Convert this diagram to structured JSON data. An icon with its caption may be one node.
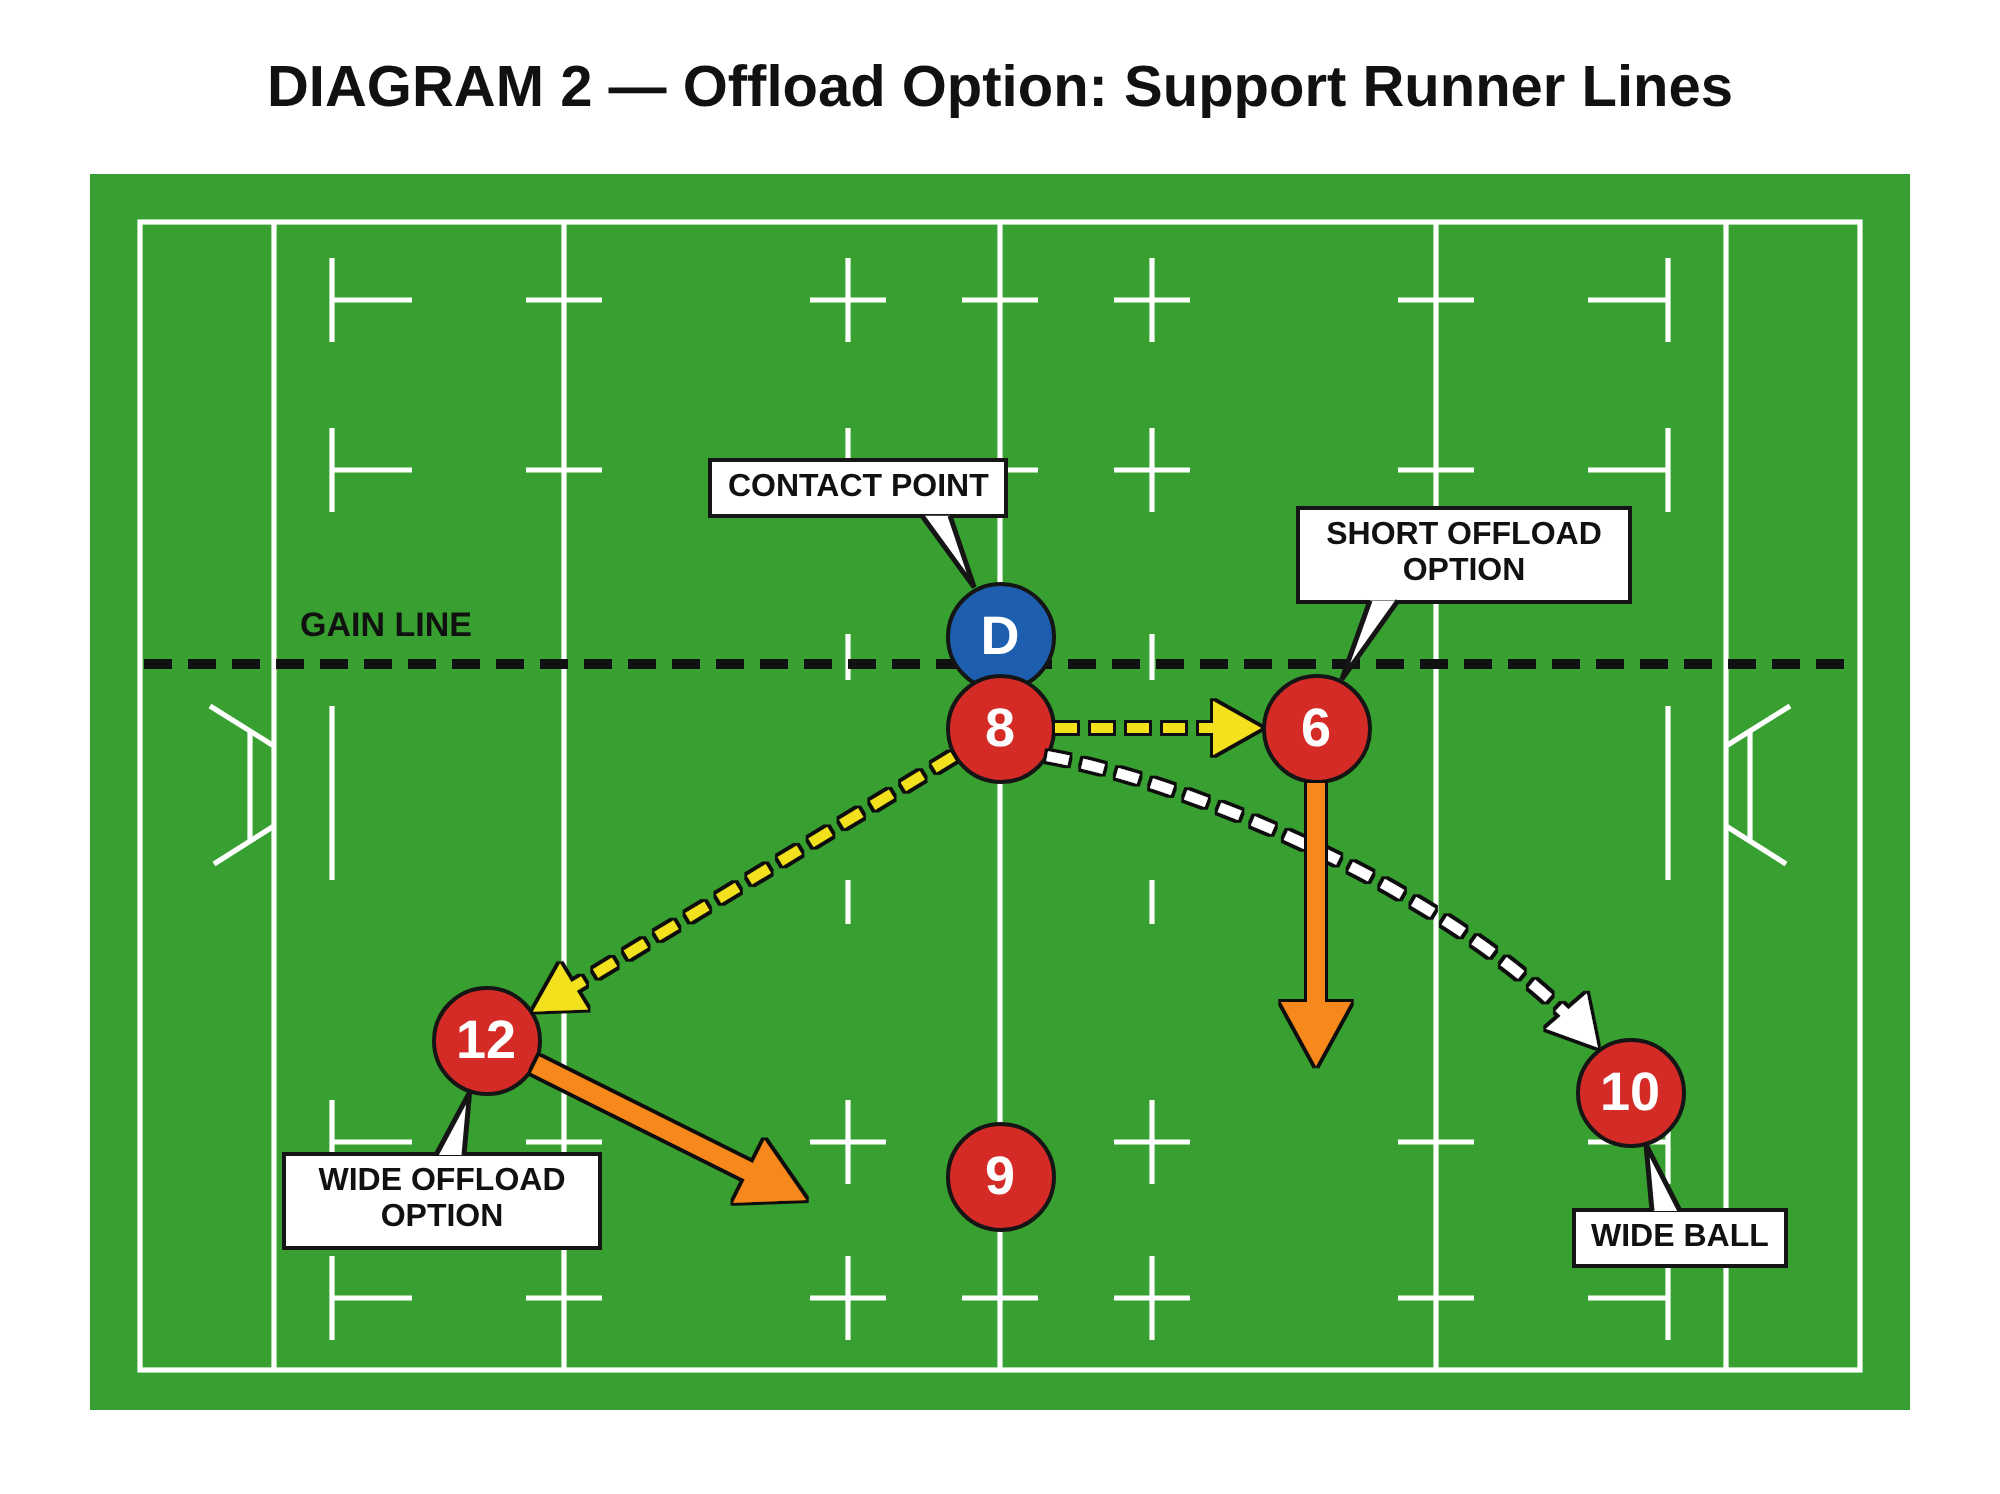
{
  "diagram": {
    "title": "DIAGRAM 2 — Offload Option: Support Runner Lines",
    "nodes": [
      {
        "text": [
          "CONTACT POINT"
        ]
      },
      {
        "text": [
          "SHORT OFFLOAD OPTION"
        ]
      },
      {
        "text": [
          "D"
        ]
      },
      {
        "text": [
          "8"
        ]
      },
      {
        "text": [
          "6"
        ]
      },
      {
        "text": [
          "12"
        ]
      },
      {
        "text": [
          "9"
        ]
      },
      {
        "text": [
          "10"
        ]
      },
      {
        "text": [
          "WIDE OFFLOAD OPTION"
        ]
      },
      {
        "text": [
          "WIDE BALL"
        ]
      }
    ],
    "edges": [
      {
        "from": 0,
        "to": 2,
        "arrow": "to"
      },
      {
        "from": 1,
        "to": 4,
        "arrow": "to"
      },
      {
        "from": 3,
        "to": 4,
        "arrow": "to",
        "style": "dashed",
        "color": "#f2e11b"
      },
      {
        "from": 3,
        "to": 5,
        "arrow": "to",
        "style": "dashed",
        "color": "#f2e11b"
      },
      {
        "from": 3,
        "to": 7,
        "arrow": "to",
        "style": "dashed",
        "color": "#ffffff"
      },
      {
        "from": 4,
        "to": null,
        "arrow": "to",
        "style": "thick",
        "color": "#f7891e"
      },
      {
        "from": 5,
        "to": null,
        "arrow": "to",
        "style": "thick",
        "color": "#f7891e"
      },
      {
        "from": 8,
        "to": 5,
        "arrow": "to"
      },
      {
        "from": 9,
        "to": 7,
        "arrow": "to"
      }
    ],
    "labels": [
      "GAIN LINE"
    ]
  }
}
